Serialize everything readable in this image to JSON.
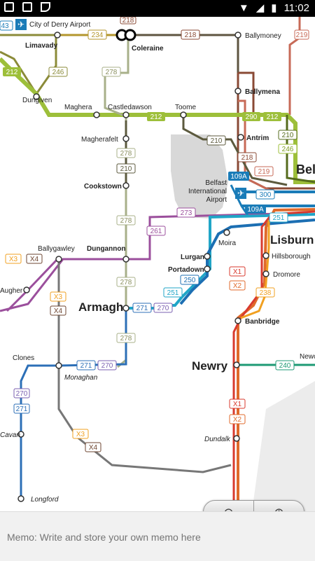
{
  "statusbar": {
    "time": "11:02",
    "icons": [
      "image-icon",
      "sd-card-icon",
      "check-icon",
      "wifi-icon",
      "signal-icon",
      "battery-icon"
    ]
  },
  "map": {
    "stations": {
      "derry": "City of Derry Airport",
      "limavady": "Limavady",
      "coleraine": "Coleraine",
      "ballymoney": "Ballymoney",
      "ballymena": "Ballymena",
      "dungiven": "Dungiven",
      "maghera": "Maghera",
      "castledawson": "Castledawson",
      "toome": "Toome",
      "antrim": "Antrim",
      "belfast": "Belf",
      "magherafelt": "Magherafelt",
      "cookstown": "Cookstown",
      "airport1": "Belfast",
      "airport2": "International",
      "airport3": "Airport",
      "dungannon": "Dungannon",
      "ballygawley": "Ballygawley",
      "moira": "Moira",
      "lisburn": "Lisburn",
      "lurgan": "Lurgan",
      "portadown": "Portadown",
      "hillsborough": "Hillsborough",
      "dromore": "Dromore",
      "augher": "Augher",
      "armagh": "Armagh",
      "banbridge": "Banbridge",
      "clones": "Clones",
      "monaghan": "Monaghan",
      "newry": "Newry",
      "newc": "Newc",
      "cavan": "Cavan",
      "dundalk": "Dundalk",
      "longford": "Longford"
    },
    "routes": {
      "r218": "218",
      "r234": "234",
      "r278": "278",
      "r212": "212",
      "r246": "246",
      "r290": "290",
      "r210": "210",
      "r219": "219",
      "r109a": "109A",
      "r300": "300",
      "r273": "273",
      "r261": "261",
      "r251": "251",
      "r250": "250",
      "r271": "271",
      "r270": "270",
      "rX1": "X1",
      "rX2": "X2",
      "rX3": "X3",
      "rX4": "X4",
      "r238": "238",
      "r240": "240",
      "r43": "43"
    }
  },
  "zoom": {
    "out": "zoom-out",
    "in": "zoom-in"
  },
  "memo": {
    "placeholder": "Memo: Write and store your own memo here"
  }
}
